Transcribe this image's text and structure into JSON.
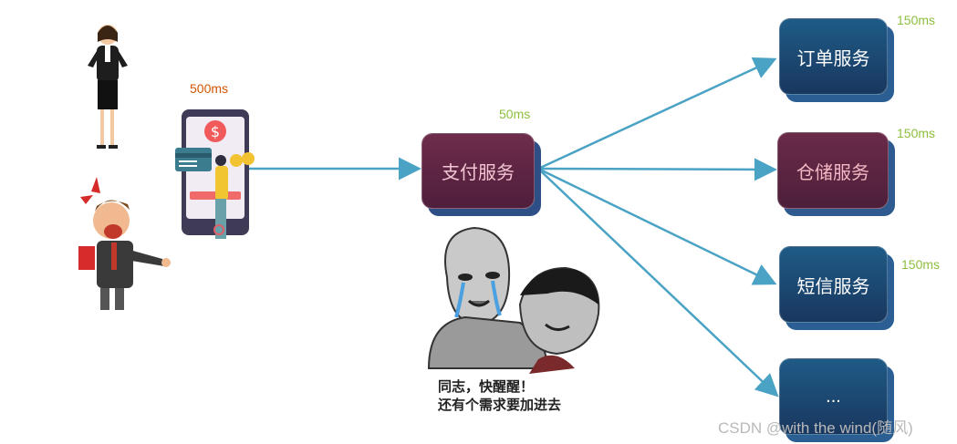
{
  "phone": {
    "latency": "500ms"
  },
  "payment_service": {
    "label": "支付服务",
    "latency": "50ms"
  },
  "services": [
    {
      "label": "订单服务",
      "latency": "150ms"
    },
    {
      "label": "仓储服务",
      "latency": "150ms"
    },
    {
      "label": "短信服务",
      "latency": "150ms"
    },
    {
      "label": "...",
      "latency": ""
    }
  ],
  "meme_caption": {
    "line1": "同志，快醒醒！",
    "line2": "还有个需求要加进去"
  },
  "watermark": "CSDN @with the wind(随风)",
  "colors": {
    "arrow": "#4aa3c4",
    "service_box": "#1e4a75",
    "payment_box": "#5e2644",
    "latency_green": "#8dbf3f",
    "latency_orange": "#d35400"
  }
}
